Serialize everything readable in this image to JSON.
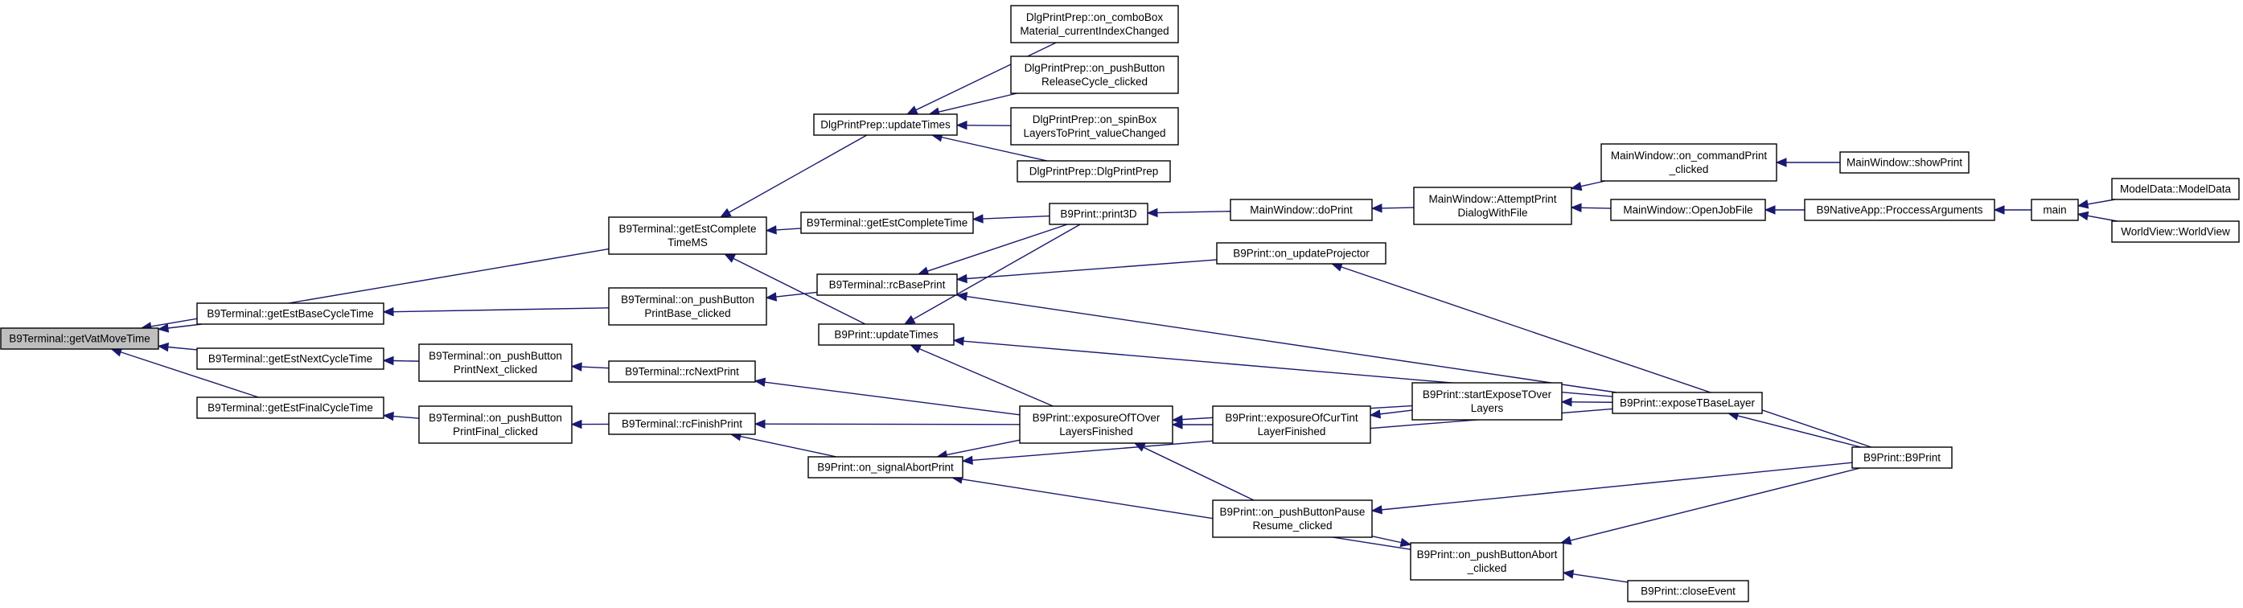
{
  "graph": {
    "root": "getVatMoveTime",
    "nodes": [
      {
        "id": "getVatMoveTime",
        "lines": [
          "B9Terminal::getVatMoveTime"
        ],
        "root": true
      },
      {
        "id": "getEstCompleteTimeMS",
        "lines": [
          "B9Terminal::getEstComplete",
          "TimeMS"
        ]
      },
      {
        "id": "getEstBaseCycleTime",
        "lines": [
          "B9Terminal::getEstBaseCycleTime"
        ]
      },
      {
        "id": "getEstNextCycleTime",
        "lines": [
          "B9Terminal::getEstNextCycleTime"
        ]
      },
      {
        "id": "getEstFinalCycleTime",
        "lines": [
          "B9Terminal::getEstFinalCycleTime"
        ]
      },
      {
        "id": "updateTimesPrep",
        "lines": [
          "DlgPrintPrep::updateTimes"
        ]
      },
      {
        "id": "getEstCompleteTime",
        "lines": [
          "B9Terminal::getEstCompleteTime"
        ]
      },
      {
        "id": "onPushButtonPrintBase",
        "lines": [
          "B9Terminal::on_pushButton",
          "PrintBase_clicked"
        ]
      },
      {
        "id": "onPushButtonPrintNext",
        "lines": [
          "B9Terminal::on_pushButton",
          "PrintNext_clicked"
        ]
      },
      {
        "id": "onPushButtonPrintFinal",
        "lines": [
          "B9Terminal::on_pushButton",
          "PrintFinal_clicked"
        ]
      },
      {
        "id": "comboBoxMaterial",
        "lines": [
          "DlgPrintPrep::on_comboBox",
          "Material_currentIndexChanged"
        ]
      },
      {
        "id": "pushButtonReleaseCycle",
        "lines": [
          "DlgPrintPrep::on_pushButton",
          "ReleaseCycle_clicked"
        ]
      },
      {
        "id": "spinBoxLayers",
        "lines": [
          "DlgPrintPrep::on_spinBox",
          "LayersToPrint_valueChanged"
        ]
      },
      {
        "id": "dlgPrintPrepCtor",
        "lines": [
          "DlgPrintPrep::DlgPrintPrep"
        ]
      },
      {
        "id": "rcBasePrint",
        "lines": [
          "B9Terminal::rcBasePrint"
        ]
      },
      {
        "id": "updateTimesPrint",
        "lines": [
          "B9Print::updateTimes"
        ]
      },
      {
        "id": "rcNextPrint",
        "lines": [
          "B9Terminal::rcNextPrint"
        ]
      },
      {
        "id": "rcFinishPrint",
        "lines": [
          "B9Terminal::rcFinishPrint"
        ]
      },
      {
        "id": "onSignalAbortPrint",
        "lines": [
          "B9Print::on_signalAbortPrint"
        ]
      },
      {
        "id": "print3D",
        "lines": [
          "B9Print::print3D"
        ]
      },
      {
        "id": "exposureOfTOver",
        "lines": [
          "B9Print::exposureOfTOver",
          "LayersFinished"
        ]
      },
      {
        "id": "doPrint",
        "lines": [
          "MainWindow::doPrint"
        ]
      },
      {
        "id": "onUpdateProjector",
        "lines": [
          "B9Print::on_updateProjector"
        ]
      },
      {
        "id": "exposureOfCurTint",
        "lines": [
          "B9Print::exposureOfCurTint",
          "LayerFinished"
        ]
      },
      {
        "id": "pushButtonPause",
        "lines": [
          "B9Print::on_pushButtonPause",
          "Resume_clicked"
        ]
      },
      {
        "id": "attemptPrint",
        "lines": [
          "MainWindow::AttemptPrint",
          "DialogWithFile"
        ]
      },
      {
        "id": "startExposeTOver",
        "lines": [
          "B9Print::startExposeTOver",
          "Layers"
        ]
      },
      {
        "id": "pushButtonAbort",
        "lines": [
          "B9Print::on_pushButtonAbort",
          "_clicked"
        ]
      },
      {
        "id": "onCommandPrint",
        "lines": [
          "MainWindow::on_commandPrint",
          "_clicked"
        ]
      },
      {
        "id": "openJobFile",
        "lines": [
          "MainWindow::OpenJobFile"
        ]
      },
      {
        "id": "exposeTBaseLayer",
        "lines": [
          "B9Print::exposeTBaseLayer"
        ]
      },
      {
        "id": "closeEvent",
        "lines": [
          "B9Print::closeEvent"
        ]
      },
      {
        "id": "showPrint",
        "lines": [
          "MainWindow::showPrint"
        ]
      },
      {
        "id": "processArgs",
        "lines": [
          "B9NativeApp::ProccessArguments"
        ]
      },
      {
        "id": "b9PrintCtor",
        "lines": [
          "B9Print::B9Print"
        ]
      },
      {
        "id": "main",
        "lines": [
          "main"
        ]
      },
      {
        "id": "modelData",
        "lines": [
          "ModelData::ModelData"
        ]
      },
      {
        "id": "worldView",
        "lines": [
          "WorldView::WorldView"
        ]
      }
    ],
    "edges": [
      [
        "getEstCompleteTimeMS",
        "getVatMoveTime"
      ],
      [
        "getEstBaseCycleTime",
        "getVatMoveTime"
      ],
      [
        "getEstNextCycleTime",
        "getVatMoveTime"
      ],
      [
        "getEstFinalCycleTime",
        "getVatMoveTime"
      ],
      [
        "updateTimesPrep",
        "getEstCompleteTimeMS"
      ],
      [
        "getEstCompleteTime",
        "getEstCompleteTimeMS"
      ],
      [
        "updateTimesPrint",
        "getEstCompleteTimeMS"
      ],
      [
        "onPushButtonPrintBase",
        "getEstBaseCycleTime"
      ],
      [
        "onPushButtonPrintNext",
        "getEstNextCycleTime"
      ],
      [
        "onPushButtonPrintFinal",
        "getEstFinalCycleTime"
      ],
      [
        "comboBoxMaterial",
        "updateTimesPrep"
      ],
      [
        "pushButtonReleaseCycle",
        "updateTimesPrep"
      ],
      [
        "spinBoxLayers",
        "updateTimesPrep"
      ],
      [
        "dlgPrintPrepCtor",
        "updateTimesPrep"
      ],
      [
        "print3D",
        "getEstCompleteTime"
      ],
      [
        "rcBasePrint",
        "onPushButtonPrintBase"
      ],
      [
        "rcNextPrint",
        "onPushButtonPrintNext"
      ],
      [
        "rcFinishPrint",
        "onPushButtonPrintFinal"
      ],
      [
        "print3D",
        "rcBasePrint"
      ],
      [
        "onUpdateProjector",
        "rcBasePrint"
      ],
      [
        "exposeTBaseLayer",
        "rcBasePrint"
      ],
      [
        "print3D",
        "updateTimesPrint"
      ],
      [
        "exposureOfTOver",
        "updateTimesPrint"
      ],
      [
        "exposeTBaseLayer",
        "updateTimesPrint"
      ],
      [
        "exposureOfTOver",
        "rcNextPrint"
      ],
      [
        "exposureOfTOver",
        "rcFinishPrint"
      ],
      [
        "onSignalAbortPrint",
        "rcFinishPrint"
      ],
      [
        "exposureOfTOver",
        "onSignalAbortPrint"
      ],
      [
        "exposeTBaseLayer",
        "onSignalAbortPrint"
      ],
      [
        "pushButtonAbort",
        "onSignalAbortPrint"
      ],
      [
        "doPrint",
        "print3D"
      ],
      [
        "exposureOfCurTint",
        "exposureOfTOver"
      ],
      [
        "startExposeTOver",
        "exposureOfTOver"
      ],
      [
        "pushButtonPause",
        "exposureOfTOver"
      ],
      [
        "attemptPrint",
        "doPrint"
      ],
      [
        "b9PrintCtor",
        "onUpdateProjector"
      ],
      [
        "startExposeTOver",
        "exposureOfCurTint"
      ],
      [
        "b9PrintCtor",
        "pushButtonPause"
      ],
      [
        "pushButtonPause",
        "pushButtonAbort"
      ],
      [
        "onCommandPrint",
        "attemptPrint"
      ],
      [
        "openJobFile",
        "attemptPrint"
      ],
      [
        "exposeTBaseLayer",
        "startExposeTOver"
      ],
      [
        "b9PrintCtor",
        "pushButtonAbort"
      ],
      [
        "closeEvent",
        "pushButtonAbort"
      ],
      [
        "showPrint",
        "onCommandPrint"
      ],
      [
        "processArgs",
        "openJobFile"
      ],
      [
        "b9PrintCtor",
        "exposeTBaseLayer"
      ],
      [
        "main",
        "processArgs"
      ],
      [
        "modelData",
        "main"
      ],
      [
        "worldView",
        "main"
      ]
    ]
  }
}
